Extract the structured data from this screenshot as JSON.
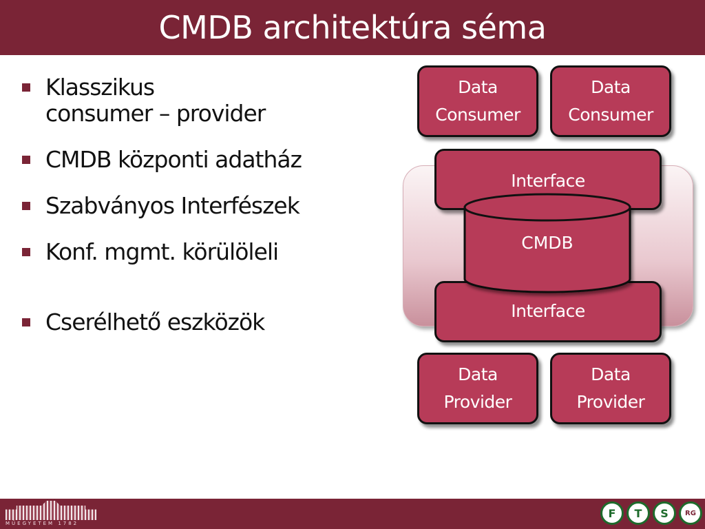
{
  "slide": {
    "title": "CMDB architektúra séma",
    "colors": {
      "primary": "#7a2436",
      "box_fill": "#b73b58"
    },
    "bullets": [
      {
        "lines": [
          "Klasszikus",
          "consumer – provider"
        ]
      },
      {
        "lines": [
          "CMDB központi adatház"
        ]
      },
      {
        "lines": [
          "Szabványos Interfészek"
        ]
      },
      {
        "lines": [
          "Konf. mgmt. körülöleli"
        ]
      },
      {
        "lines": [
          "Cserélhető eszközök"
        ]
      }
    ]
  },
  "diagram": {
    "consumers": [
      {
        "line1": "Data",
        "line2": "Consumer"
      },
      {
        "line1": "Data",
        "line2": "Consumer"
      }
    ],
    "interface_top": "Interface",
    "cmdb": "CMDB",
    "interface_bottom": "Interface",
    "providers": [
      {
        "line1": "Data",
        "line2": "Provider"
      },
      {
        "line1": "Data",
        "line2": "Provider"
      }
    ]
  },
  "footer": {
    "university_text": "MŰEGYETEM 1782",
    "logos": [
      "F",
      "T",
      "S",
      "RG"
    ]
  }
}
